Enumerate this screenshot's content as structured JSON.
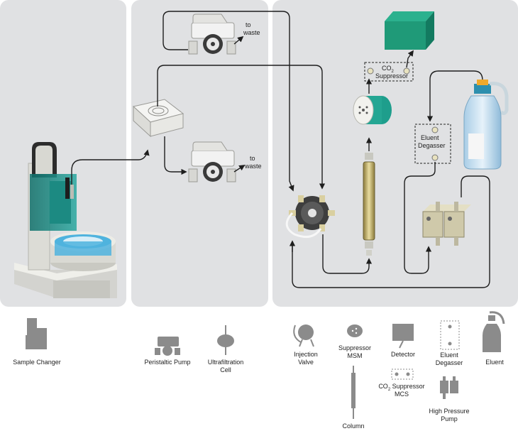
{
  "diagram": {
    "waste_label_line1": "to",
    "waste_label_line2": "waste",
    "co2_suppressor_label_line1": "CO",
    "co2_suppressor_label_sub": "2",
    "co2_suppressor_label_line2": "Suppressor",
    "eluent_degasser_label_line1": "Eluent",
    "eluent_degasser_label_line2": "Degasser"
  },
  "legend": {
    "sample_changer": "Sample Changer",
    "peristaltic_pump": "Peristaltic Pump",
    "ultrafiltration_cell_line1": "Ultrafiltration",
    "ultrafiltration_cell_line2": "Cell",
    "injection_valve_line1": "Injection",
    "injection_valve_line2": "Valve",
    "suppressor_msm_line1": "Suppressor",
    "suppressor_msm_line2": "MSM",
    "detector": "Detector",
    "eluent_degasser_line1": "Eluent",
    "eluent_degasser_line2": "Degasser",
    "eluent": "Eluent",
    "co2_suppressor_mcs_line1a": "CO",
    "co2_suppressor_mcs_sub": "2",
    "co2_suppressor_mcs_line1b": " Suppressor",
    "co2_suppressor_mcs_line2": "MCS",
    "high_pressure_pump_line1": "High Pressure",
    "high_pressure_pump_line2": "Pump",
    "column": "Column"
  },
  "colors": {
    "panel": "#e0e1e3",
    "teal": "#1a8f88",
    "detector_green": "#1f9a78",
    "blue_vials": "#4fb3de",
    "legend_gray": "#8b8b8b"
  }
}
